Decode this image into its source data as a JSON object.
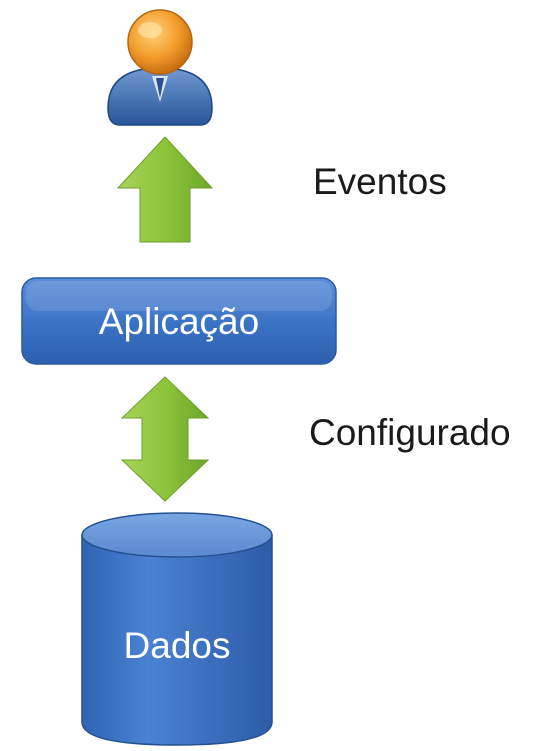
{
  "diagram": {
    "nodes": {
      "user": {
        "icon": "user-icon"
      },
      "application": {
        "label": "Aplicação"
      },
      "data": {
        "label": "Dados",
        "icon": "database-icon"
      }
    },
    "edges": [
      {
        "from": "application",
        "to": "user",
        "label": "Eventos",
        "direction": "up",
        "icon": "arrow-up-icon"
      },
      {
        "from": "application",
        "to": "data",
        "label": "Configurado",
        "direction": "both",
        "icon": "arrow-updown-icon"
      }
    ]
  },
  "colors": {
    "node_blue": "#3a72c4",
    "node_border": "#2a5aa0",
    "arrow_green": "#8cc43a",
    "user_head": "#f0a030",
    "user_body": "#3c6aa8"
  }
}
